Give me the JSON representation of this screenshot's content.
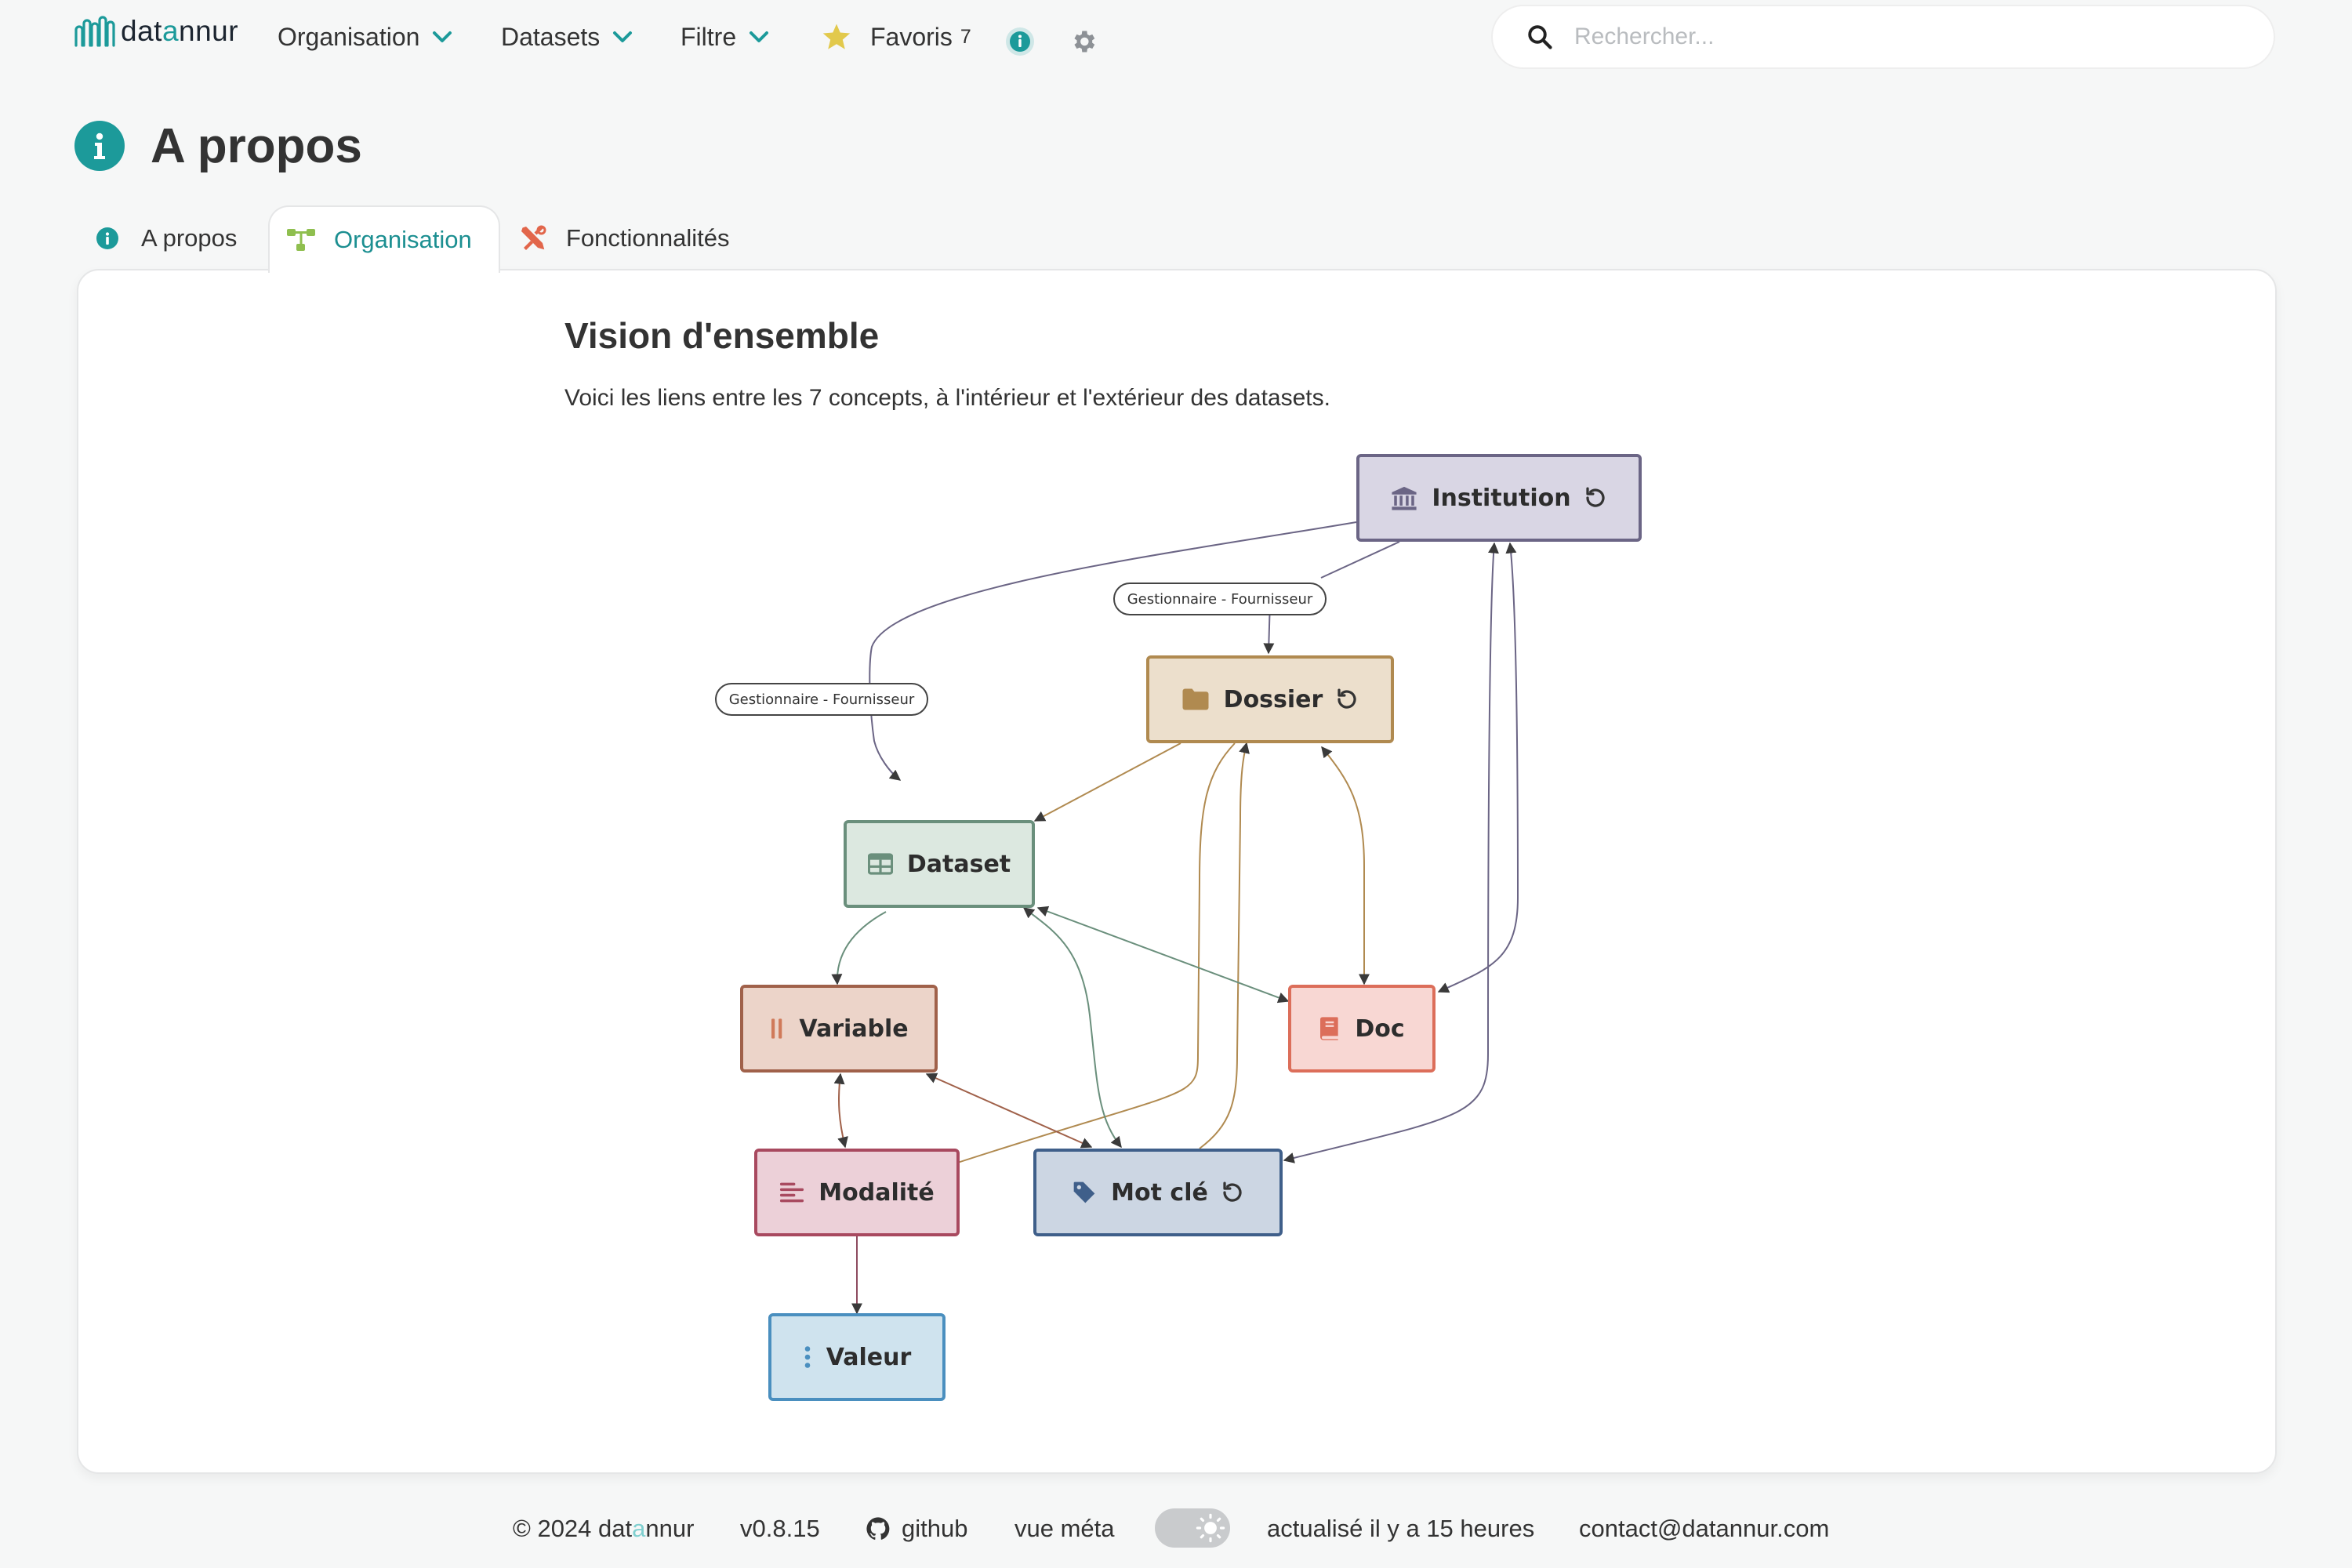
{
  "header": {
    "logo_text_pre": "dat",
    "logo_text_hl": "a",
    "logo_text_post": "nnur",
    "nav": [
      {
        "label": "Organisation"
      },
      {
        "label": "Datasets"
      },
      {
        "label": "Filtre"
      }
    ],
    "favorites": {
      "label": "Favoris",
      "count": "7"
    },
    "search": {
      "placeholder": "Rechercher..."
    }
  },
  "page": {
    "title": "A propos",
    "tabs": [
      {
        "label": "A propos"
      },
      {
        "label": "Organisation",
        "active": true
      },
      {
        "label": "Fonctionnalités"
      }
    ]
  },
  "content": {
    "heading": "Vision d'ensemble",
    "description": "Voici les liens entre les 7 concepts, à l'intérieur et l'extérieur des datasets.",
    "diagram": {
      "nodes": {
        "institution": "Institution",
        "dossier": "Dossier",
        "dataset": "Dataset",
        "variable": "Variable",
        "doc": "Doc",
        "modalite": "Modalité",
        "motcle": "Mot clé",
        "valeur": "Valeur"
      },
      "edge_labels": {
        "institution_dossier": "Gestionnaire - Fournisseur",
        "institution_dataset": "Gestionnaire - Fournisseur"
      }
    }
  },
  "footer": {
    "copyright_pre": "© 2024 dat",
    "copyright_hl": "a",
    "copyright_post": "nnur",
    "version": "v0.8.15",
    "github": "github",
    "meta_view": "vue méta",
    "updated": "actualisé il y a 15 heures",
    "contact": "contact@datannur.com"
  },
  "colors": {
    "accent": "#1c9a9a",
    "institution": "#d9d6e4",
    "dossier": "#ecdfcc",
    "dataset": "#dce8e0",
    "variable": "#ecd4c9",
    "doc": "#f8d7d3",
    "modalite": "#ecd0d8",
    "motcle": "#ccd6e3",
    "valeur": "#cfe3ee"
  }
}
